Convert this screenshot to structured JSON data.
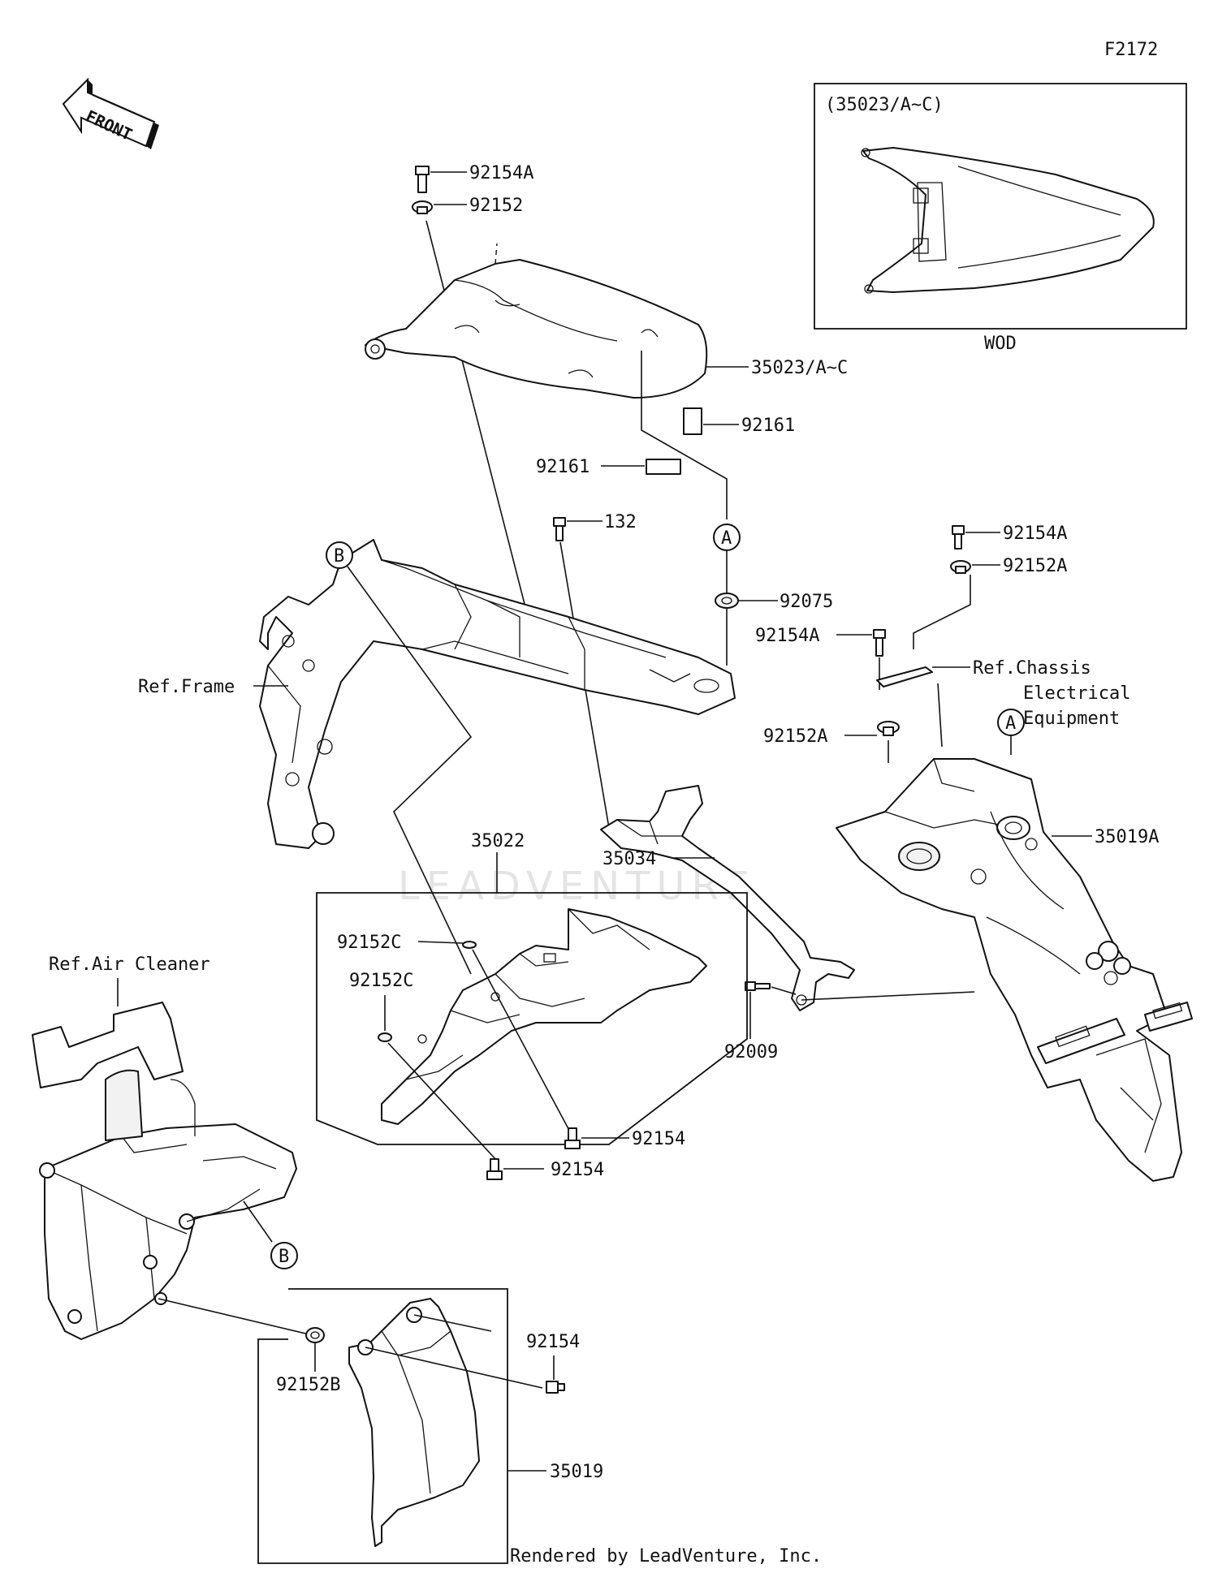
{
  "diagram": {
    "id_code": "F2172",
    "front_label": "FRONT",
    "watermark": "LEADVENTURE",
    "inset": {
      "title": "(35023/A~C)",
      "caption": "WOD"
    },
    "labels": {
      "l_92154A_top": "92154A",
      "l_92152_top": "92152",
      "l_35023": "35023/A~C",
      "l_92161_r": "92161",
      "l_92161_l": "92161",
      "l_132": "132",
      "l_A_circle1": "A",
      "l_92075": "92075",
      "l_B_circle1": "B",
      "l_ref_frame": "Ref.Frame",
      "l_92154A_r1": "92154A",
      "l_92152A_r1": "92152A",
      "l_92154A_r2": "92154A",
      "l_ref_chassis1": "Ref.Chassis",
      "l_ref_chassis2": "Electrical",
      "l_ref_chassis3": "Equipment",
      "l_92152A_r2": "92152A",
      "l_A_circle2": "A",
      "l_35019A": "35019A",
      "l_35022": "35022",
      "l_35034": "35034",
      "l_92152C_1": "92152C",
      "l_92152C_2": "92152C",
      "l_ref_air": "Ref.Air Cleaner",
      "l_92009": "92009",
      "l_92154_a": "92154",
      "l_92154_b": "92154",
      "l_B_circle2": "B",
      "l_92154_c": "92154",
      "l_92152B": "92152B",
      "l_35019": "35019"
    },
    "footer": "Rendered by LeadVenture, Inc."
  }
}
